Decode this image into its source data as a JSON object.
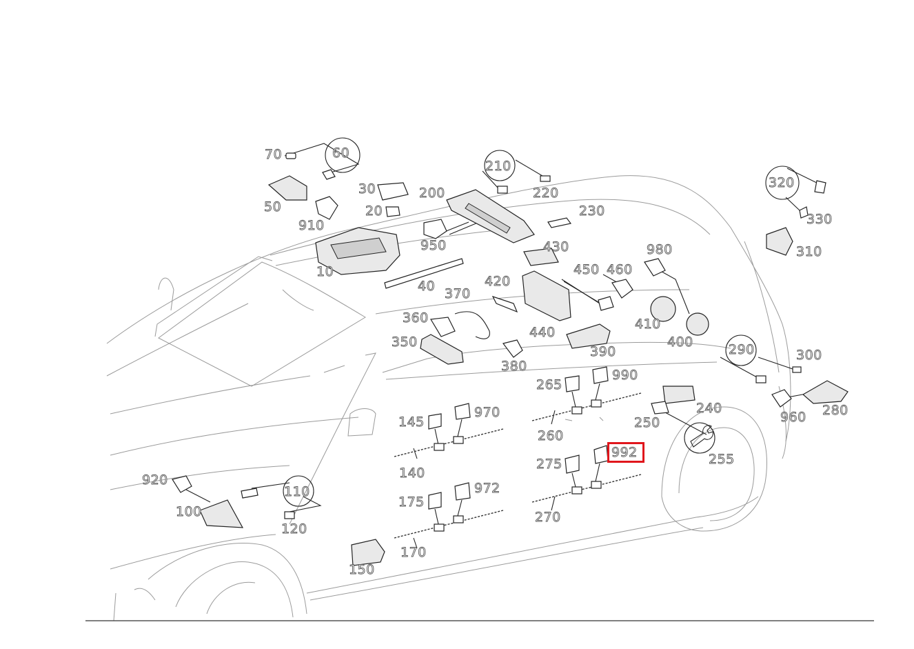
{
  "diagram": {
    "highlighted_part": "992",
    "labels": {
      "p10": "10",
      "p20": "20",
      "p30": "30",
      "p40": "40",
      "p50": "50",
      "p60": "60",
      "p70": "70",
      "p100": "100",
      "p110": "110",
      "p120": "120",
      "p140": "140",
      "p145": "145",
      "p150": "150",
      "p170": "170",
      "p175": "175",
      "p200": "200",
      "p210": "210",
      "p220": "220",
      "p230": "230",
      "p240": "240",
      "p250": "250",
      "p255": "255",
      "p260": "260",
      "p265": "265",
      "p270": "270",
      "p275": "275",
      "p280": "280",
      "p290": "290",
      "p300": "300",
      "p310": "310",
      "p320": "320",
      "p330": "330",
      "p350": "350",
      "p360": "360",
      "p370": "370",
      "p380": "380",
      "p390": "390",
      "p400": "400",
      "p410": "410",
      "p420": "420",
      "p430": "430",
      "p440": "440",
      "p450": "450",
      "p460": "460",
      "p910": "910",
      "p920": "920",
      "p950": "950",
      "p960": "960",
      "p970": "970",
      "p972": "972",
      "p980": "980",
      "p990": "990",
      "p992": "992"
    },
    "highlight_color": "#e0161c"
  }
}
